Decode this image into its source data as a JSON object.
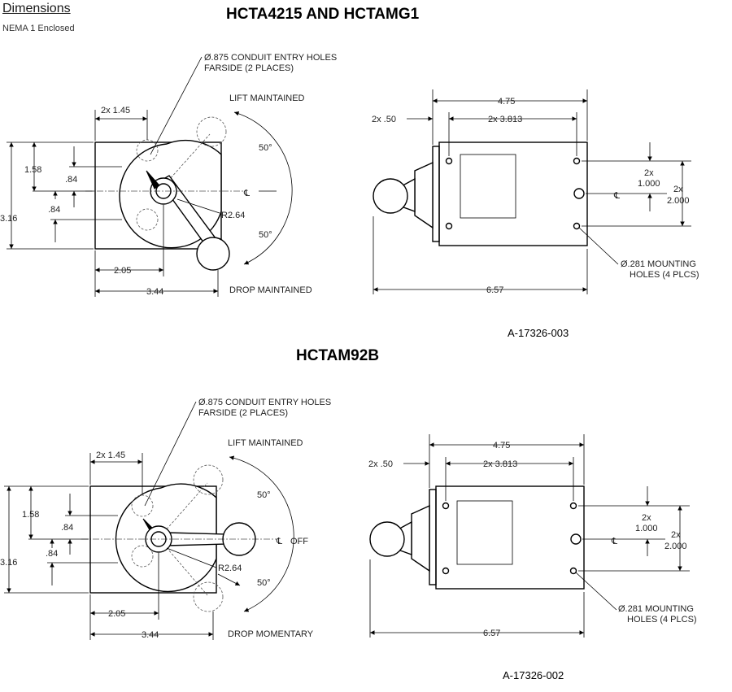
{
  "header": {
    "heading": "Dimensions",
    "subheading": "NEMA 1 Enclosed"
  },
  "diagrams": [
    {
      "title": "HCTA4215 AND HCTAMG1",
      "drawing_number": "A-17326-003",
      "labels": {
        "conduit_line1": "Ø.875 CONDUIT ENTRY HOLES",
        "conduit_line2": "FARSIDE (2 PLACES)",
        "lift": "LIFT MAINTAINED",
        "drop": "DROP MAINTAINED",
        "angle_top": "50°",
        "angle_bottom": "50°",
        "radius": "R2.64",
        "centerline": "℄",
        "off": "",
        "front_width": "2x 1.45",
        "front_height_inner": "1.58",
        "front_mid_upper": ".84",
        "front_mid_lower": ".84",
        "front_height": "3.16",
        "front_bottom_inner": "2.05",
        "front_bottom": "3.44",
        "side_width_top": "4.75",
        "side_edge": "2x .50",
        "side_hole_spacing": "2x 3.813",
        "side_hole_v1_line1": "2x",
        "side_hole_v1_line2": "1.000",
        "side_hole_v2_line1": "2x",
        "side_hole_v2_line2": "2.000",
        "side_centerline": "℄",
        "mounting_line1": "Ø.281 MOUNTING",
        "mounting_line2": "HOLES (4 PLCS)",
        "side_length": "6.57"
      }
    },
    {
      "title": "HCTAM92B",
      "drawing_number": "A-17326-002",
      "labels": {
        "conduit_line1": "Ø.875 CONDUIT ENTRY HOLES",
        "conduit_line2": "FARSIDE (2 PLACES)",
        "lift": "LIFT MAINTAINED",
        "drop": "DROP MOMENTARY",
        "angle_top": "50°",
        "angle_bottom": "50°",
        "radius": "R2.64",
        "centerline": "℄",
        "off": "OFF",
        "front_width": "2x 1.45",
        "front_height_inner": "1.58",
        "front_mid_upper": ".84",
        "front_mid_lower": ".84",
        "front_height": "3.16",
        "front_bottom_inner": "2.05",
        "front_bottom": "3.44",
        "side_width_top": "4.75",
        "side_edge": "2x .50",
        "side_hole_spacing": "2x 3.813",
        "side_hole_v1_line1": "2x",
        "side_hole_v1_line2": "1.000",
        "side_hole_v2_line1": "2x",
        "side_hole_v2_line2": "2.000",
        "side_centerline": "℄",
        "mounting_line1": "Ø.281 MOUNTING",
        "mounting_line2": "HOLES (4 PLCS)",
        "side_length": "6.57"
      }
    }
  ]
}
